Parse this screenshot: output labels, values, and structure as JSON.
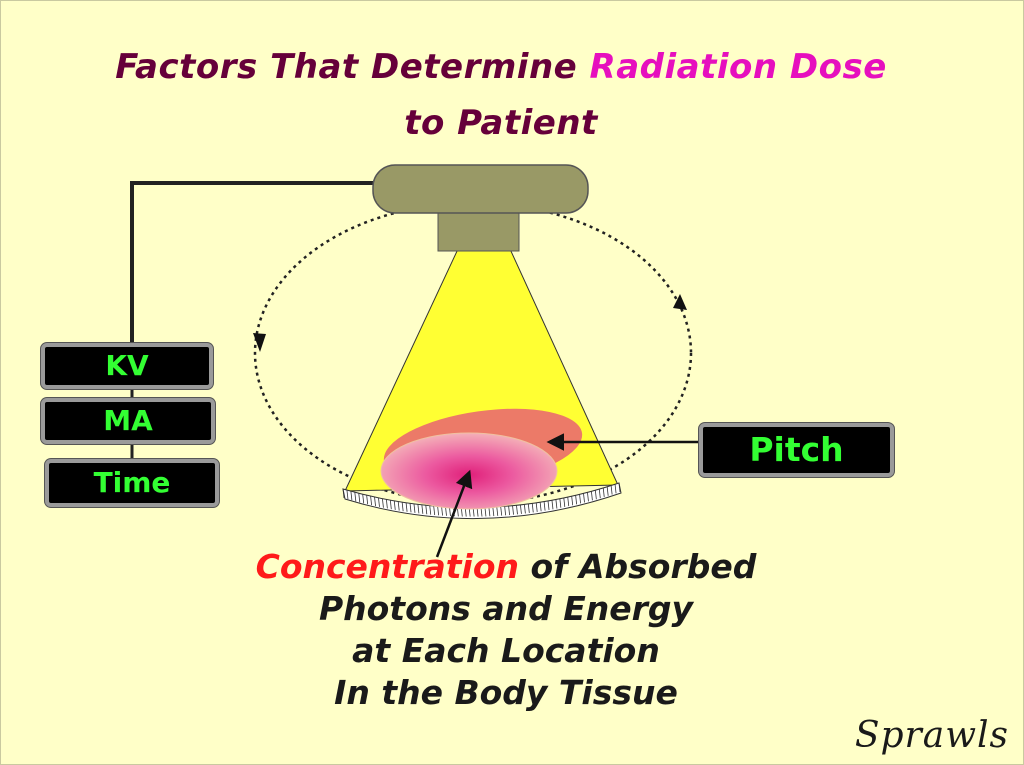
{
  "title": {
    "part1": "Factors That Determine ",
    "accent": "Radiation Dose",
    "line2": "to Patient"
  },
  "controls": {
    "kv": "KV",
    "ma": "MA",
    "time": "Time",
    "pitch": "Pitch"
  },
  "caption": {
    "highlight": "Concentration",
    "rest_line1": " of Absorbed",
    "line2": "Photons and Energy",
    "line3": "at Each Location",
    "line4": "In the Body Tissue"
  },
  "signature": "Sprawls",
  "colors": {
    "background": "#ffffc8",
    "title": "#66003a",
    "title_accent": "#e60fbe",
    "label_text": "#33ff33",
    "highlight": "#ff1a1a",
    "beam": "#ffff33",
    "tube": "#999966"
  }
}
